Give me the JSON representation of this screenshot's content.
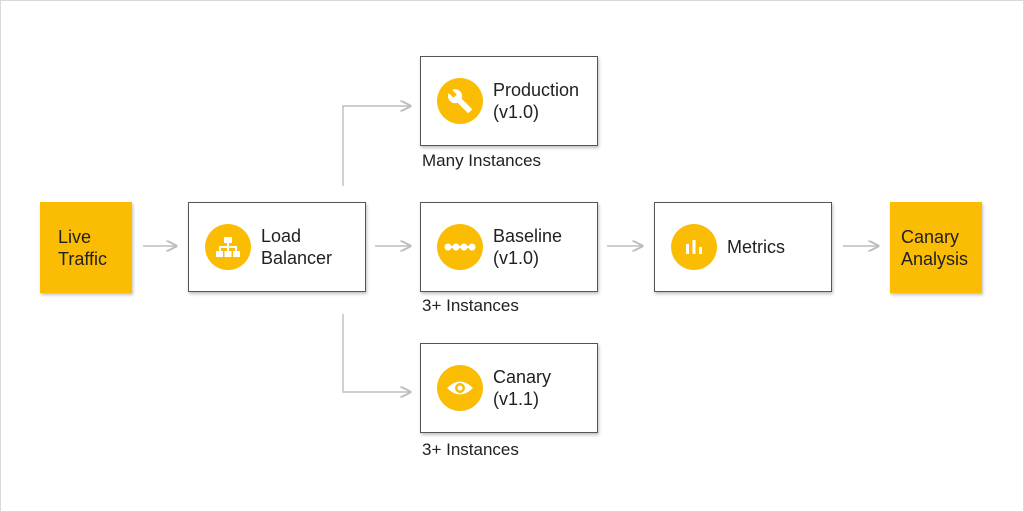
{
  "nodes": {
    "live_traffic": "Live\nTraffic",
    "load_balancer": "Load\nBalancer",
    "production": "Production\n(v1.0)",
    "baseline": "Baseline\n(v1.0)",
    "canary": "Canary\n(v1.1)",
    "metrics": "Metrics",
    "canary_analysis": "Canary\nAnalysis"
  },
  "captions": {
    "production": "Many Instances",
    "baseline": "3+ Instances",
    "canary": "3+ Instances"
  },
  "icons": {
    "load_balancer": "sitemap-icon",
    "production": "wrench-icon",
    "baseline": "dots-line-icon",
    "canary": "eye-icon",
    "metrics": "bar-chart-icon"
  },
  "colors": {
    "accent": "#fbbc04",
    "border": "#555555",
    "connector": "#bdbdbd"
  }
}
